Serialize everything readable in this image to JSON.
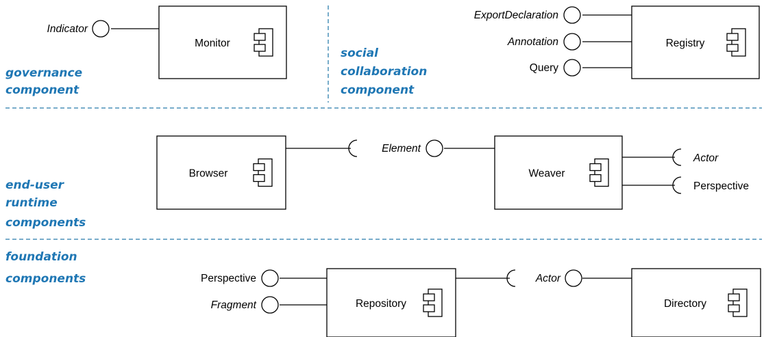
{
  "colors": {
    "section_text": "#1f77b4",
    "divider": "#4a90b8"
  },
  "sections": {
    "governance": [
      "governance",
      "component"
    ],
    "social": [
      "social",
      "collaboration",
      "component"
    ],
    "runtime": [
      "end-user",
      "runtime",
      "components"
    ],
    "foundation": [
      "foundation",
      "components"
    ]
  },
  "components": {
    "monitor": "Monitor",
    "registry": "Registry",
    "browser": "Browser",
    "weaver": "Weaver",
    "repository": "Repository",
    "directory": "Directory"
  },
  "interfaces": {
    "indicator": "Indicator",
    "export_declaration": "ExportDeclaration",
    "annotation": "Annotation",
    "query": "Query",
    "element": "Element",
    "weaver_actor": "Actor",
    "weaver_perspective": "Perspective",
    "repo_perspective": "Perspective",
    "fragment": "Fragment",
    "directory_actor": "Actor"
  }
}
